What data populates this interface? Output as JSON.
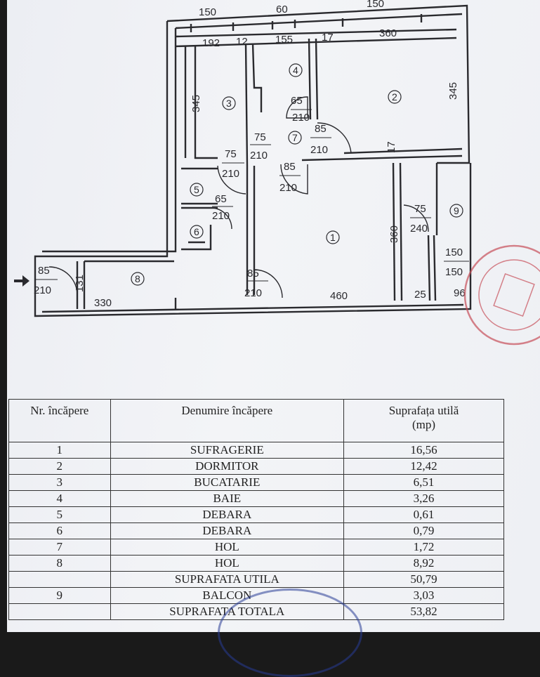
{
  "plan": {
    "dims": {
      "d150a": "150",
      "d60": "60",
      "d150b": "150",
      "d192": "192",
      "d12": "12",
      "d155": "155",
      "d17a": "17",
      "d360a": "360",
      "d345a": "345",
      "d345b": "345",
      "d65a": "65",
      "d210a": "210",
      "d75a": "75",
      "d210b": "210",
      "d85a": "85",
      "d210c": "210",
      "d17b": "17",
      "d75b": "75",
      "d210d": "210",
      "d85b": "85",
      "d210e": "210",
      "d65b": "65",
      "d210f": "210",
      "d75c": "75",
      "d240": "240",
      "d360b": "360",
      "d150c": "150",
      "d150d": "150",
      "d85c": "85",
      "d210g": "210",
      "d131": "131",
      "d85d": "85",
      "d210h": "210",
      "d330": "330",
      "d460": "460",
      "d25": "25",
      "d96": "96"
    },
    "rooms": [
      "1",
      "2",
      "3",
      "4",
      "5",
      "6",
      "7",
      "8",
      "9"
    ]
  },
  "table": {
    "headers": {
      "nr": "Nr. încăpere",
      "name": "Denumire încăpere",
      "area_line1": "Suprafața utilă",
      "area_line2": "(mp)"
    },
    "rows": [
      {
        "nr": "1",
        "name": "SUFRAGERIE",
        "area": "16,56"
      },
      {
        "nr": "2",
        "name": "DORMITOR",
        "area": "12,42"
      },
      {
        "nr": "3",
        "name": "BUCATARIE",
        "area": "6,51"
      },
      {
        "nr": "4",
        "name": "BAIE",
        "area": "3,26"
      },
      {
        "nr": "5",
        "name": "DEBARA",
        "area": "0,61"
      },
      {
        "nr": "6",
        "name": "DEBARA",
        "area": "0,79"
      },
      {
        "nr": "7",
        "name": "HOL",
        "area": "1,72"
      },
      {
        "nr": "8",
        "name": "HOL",
        "area": "8,92"
      },
      {
        "nr": "",
        "name": "SUPRAFATA UTILA",
        "area": "50,79"
      },
      {
        "nr": "9",
        "name": "BALCON",
        "area": "3,03"
      },
      {
        "nr": "",
        "name": "SUPRAFATA TOTALA",
        "area": "53,82"
      }
    ]
  },
  "colors": {
    "ink": "#2a2a2e",
    "stamp_red": "#c8505a",
    "stamp_blue": "#3c4c96"
  }
}
